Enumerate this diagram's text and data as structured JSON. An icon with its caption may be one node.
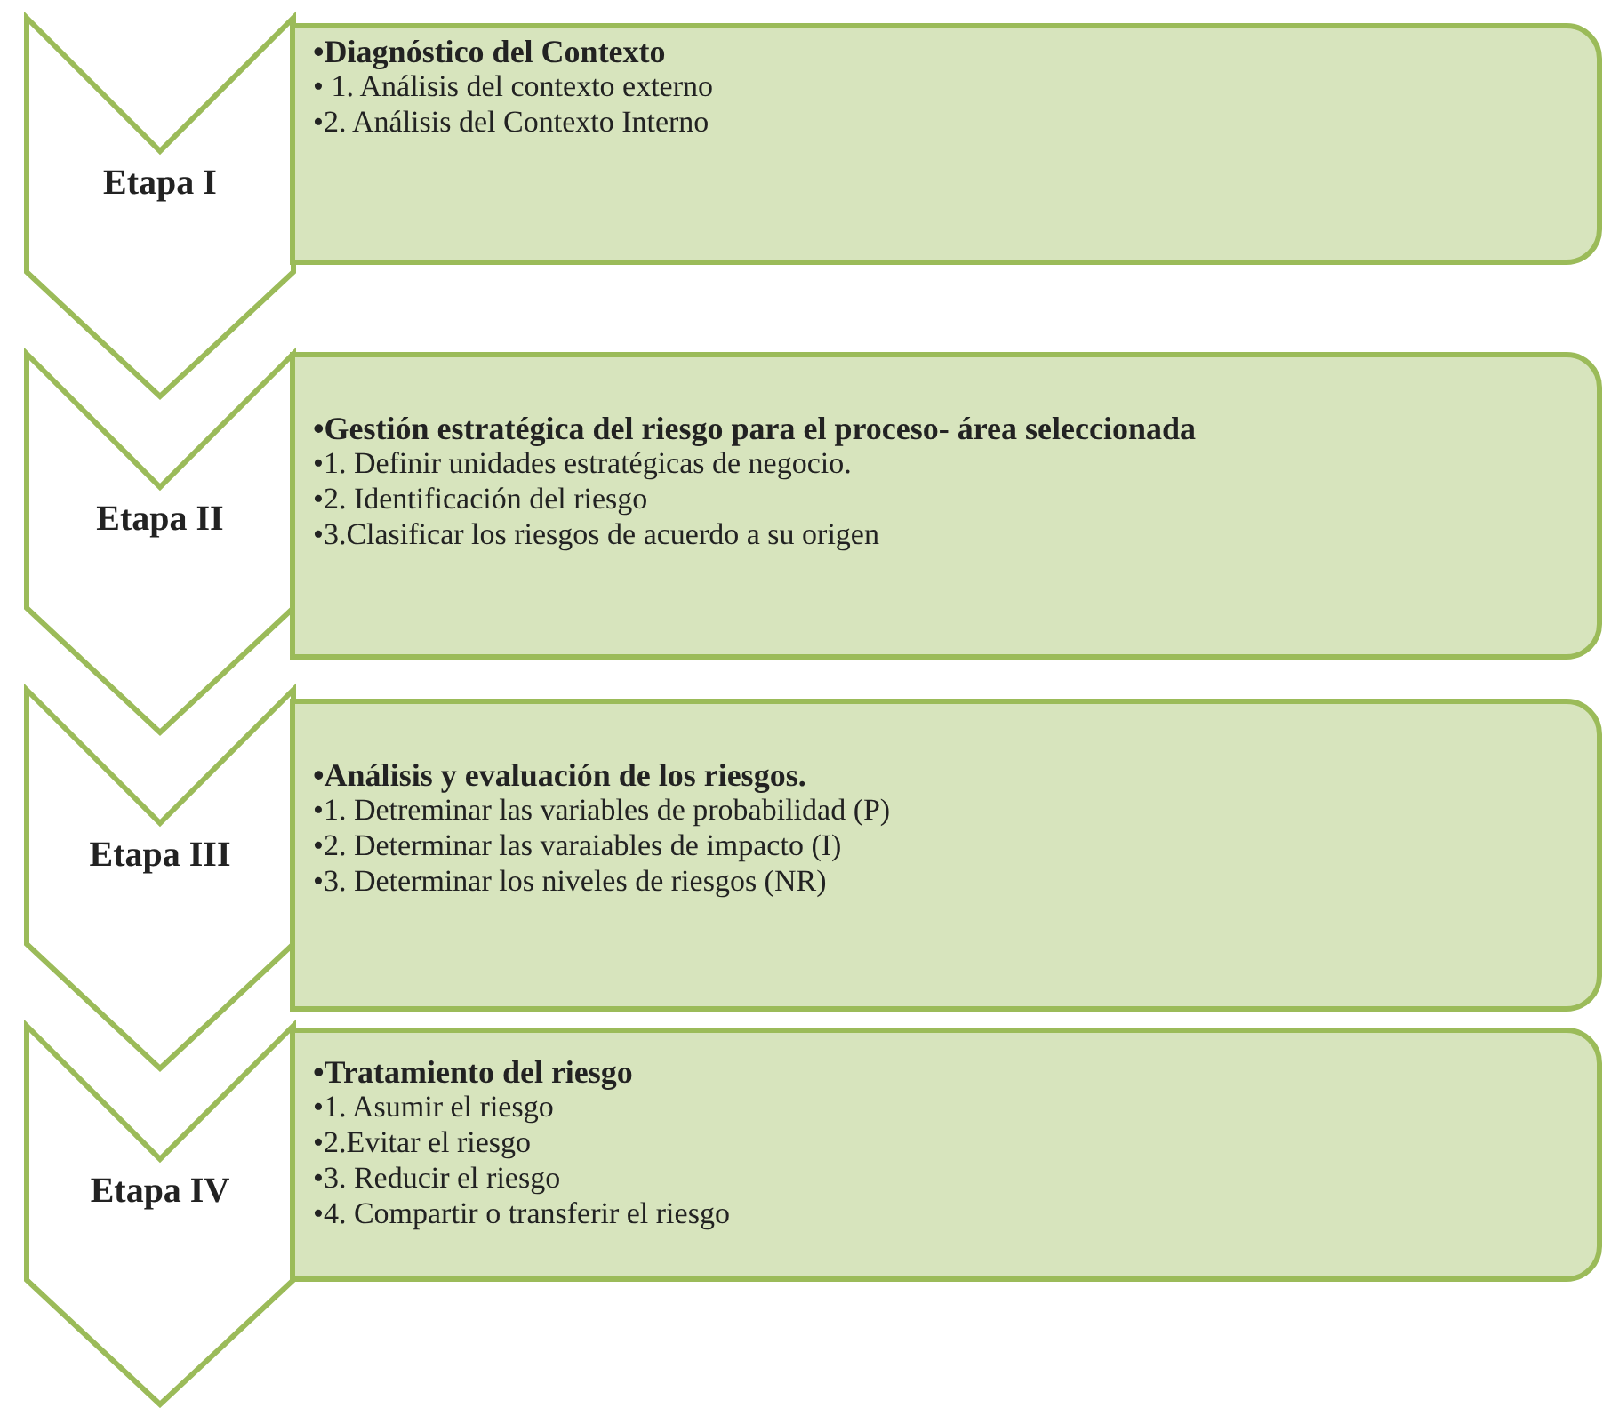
{
  "diagram": {
    "nodes": [
      {
        "text": [
          "Etapa I"
        ]
      },
      {
        "text": [
          "•Diagnóstico del Contexto",
          "• 1. Análisis del contexto externo",
          "•2. Análisis del Contexto Interno"
        ]
      },
      {
        "text": [
          "Etapa II"
        ]
      },
      {
        "text": [
          "•Gestión estratégica del riesgo para el proceso- área seleccionada",
          "•1. Definir unidades estratégicas de negocio.",
          "•2. Identificación del riesgo",
          "•3.Clasificar los riesgos de acuerdo a su origen"
        ]
      },
      {
        "text": [
          "Etapa III"
        ]
      },
      {
        "text": [
          "•Análisis y evaluación de los riesgos.",
          "•1. Detreminar las variables de probabilidad (P)",
          "•2. Determinar las varaiables de impacto (I)",
          "•3. Determinar los niveles de riesgos (NR)"
        ]
      },
      {
        "text": [
          "Etapa IV"
        ]
      },
      {
        "text": [
          "•Tratamiento del riesgo",
          "•1. Asumir el riesgo",
          "•2.Evitar el riesgo",
          "•3. Reducir el riesgo",
          "•4. Compartir o transferir el riesgo"
        ]
      }
    ]
  }
}
